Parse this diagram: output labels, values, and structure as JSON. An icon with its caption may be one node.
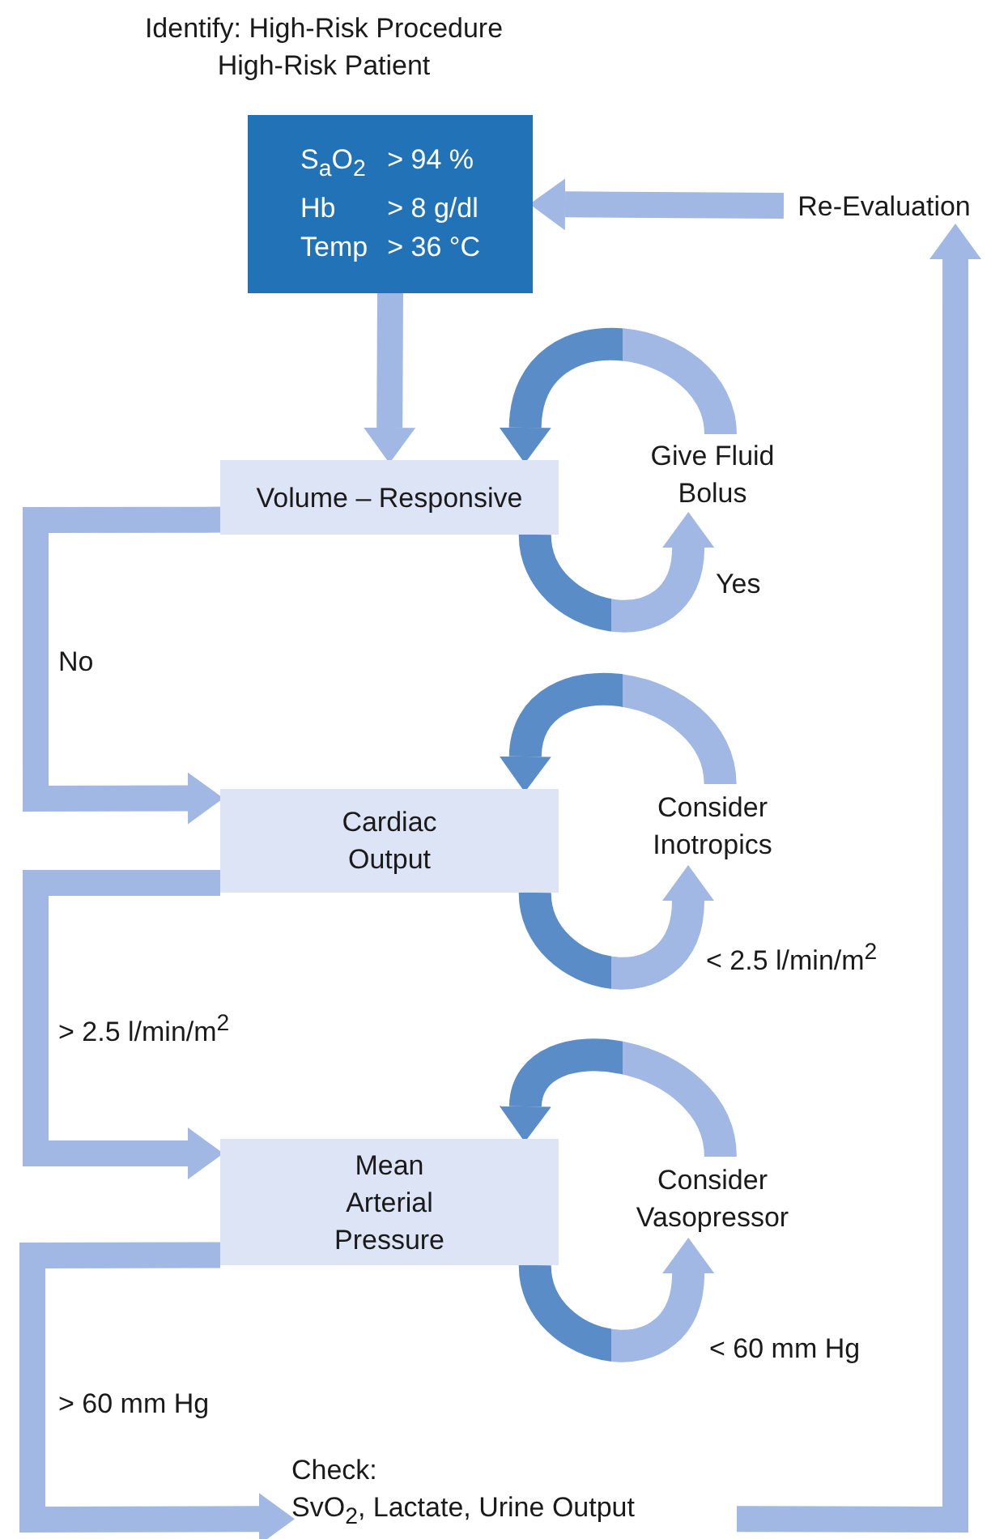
{
  "diagram": {
    "title": "Identify: High-Risk Procedure High-Risk Patient",
    "nodes": [
      {
        "text": [
          "S$_{a}$O$_{2}$",
          "> 94 %",
          "Hb",
          "> 8 g/dl",
          "Temp",
          "> 36 °C"
        ]
      },
      {
        "text": [
          "Re-Evaluation"
        ]
      },
      {
        "text": [
          "Volume – Responsive"
        ]
      },
      {
        "text": [
          "Give Fluid Bolus"
        ]
      },
      {
        "text": [
          "Cardiac Output"
        ]
      },
      {
        "text": [
          "Consider Inotropics"
        ]
      },
      {
        "text": [
          "Mean Arterial Pressure"
        ]
      },
      {
        "text": [
          "Consider Vasopressor"
        ]
      },
      {
        "text": [
          "Check:",
          "SvO$_{2}$, Lactate, Urine Output"
        ]
      }
    ],
    "edges": [
      {
        "from": 1,
        "to": 0,
        "arrow": "to"
      },
      {
        "from": 0,
        "to": 2,
        "arrow": "to"
      },
      {
        "from": 2,
        "to": 3,
        "arrow": "to",
        "label": "Yes"
      },
      {
        "from": 3,
        "to": 2,
        "arrow": "to"
      },
      {
        "from": 2,
        "to": 4,
        "arrow": "to",
        "label": "No"
      },
      {
        "from": 4,
        "to": 5,
        "arrow": "to",
        "label": "< 2.5 l/min/m$^{2}$"
      },
      {
        "from": 5,
        "to": 4,
        "arrow": "to"
      },
      {
        "from": 4,
        "to": 6,
        "arrow": "to",
        "label": "> 2.5 l/min/m$^{2}$"
      },
      {
        "from": 6,
        "to": 7,
        "arrow": "to",
        "label": "< 60 mm Hg"
      },
      {
        "from": 7,
        "to": 6,
        "arrow": "to"
      },
      {
        "from": 6,
        "to": 8,
        "arrow": "to",
        "label": "> 60 mm Hg"
      },
      {
        "from": 8,
        "to": 1,
        "arrow": "to"
      }
    ]
  }
}
